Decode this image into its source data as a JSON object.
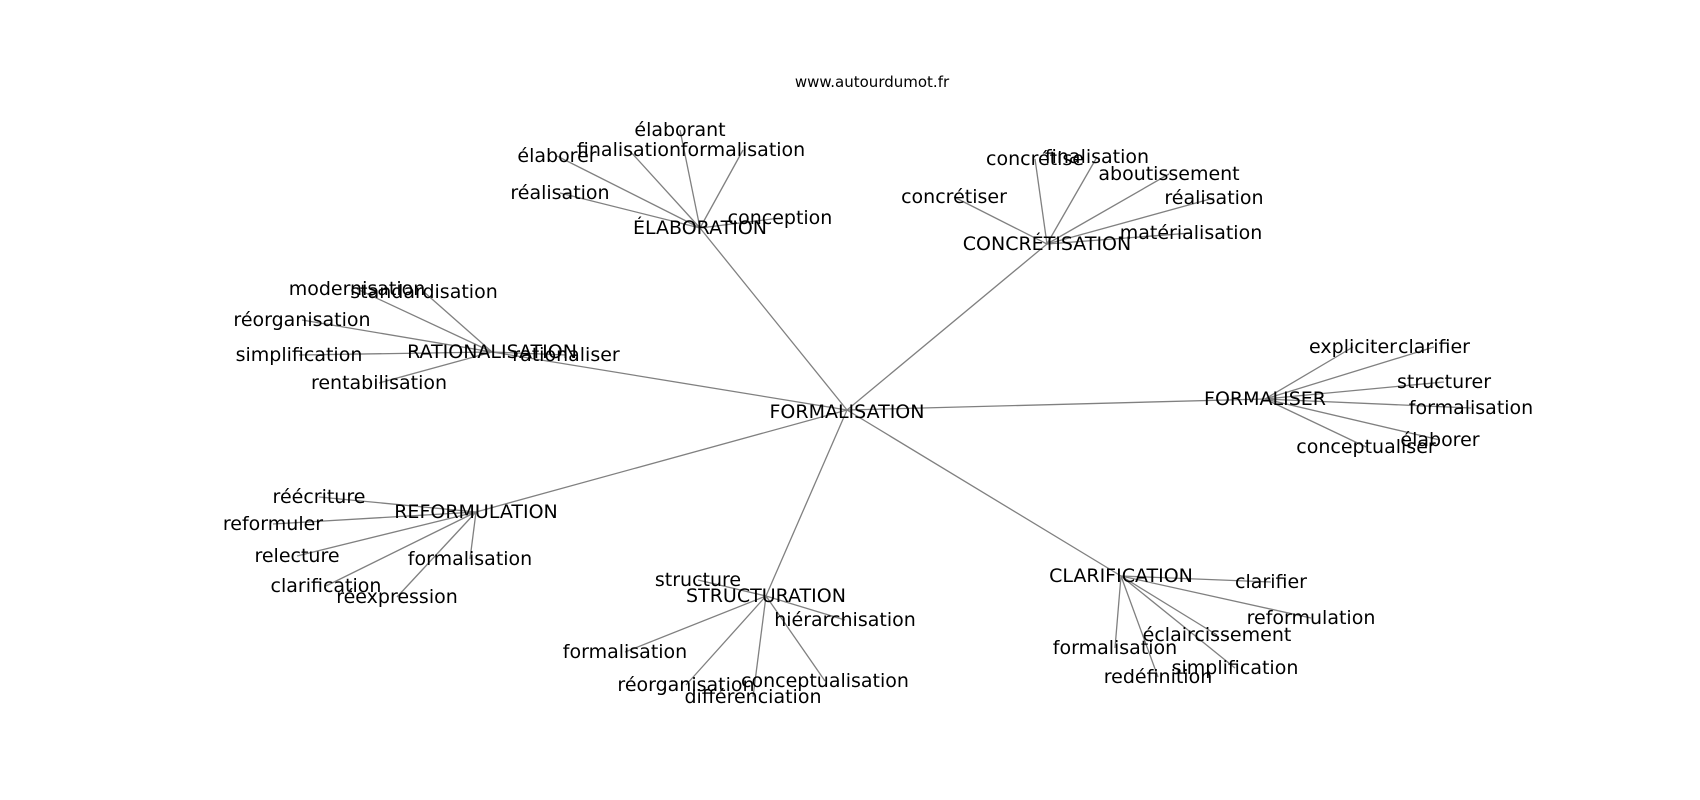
{
  "source": "www.autourdumot.fr",
  "center": "FORMALISATION",
  "clusters": [
    {
      "label": "ÉLABORATION",
      "leaves": [
        "élaborant",
        "finalisation",
        "formalisation",
        "élaborer",
        "réalisation",
        "conception"
      ]
    },
    {
      "label": "CONCRÉTISATION",
      "leaves": [
        "concrétise",
        "finalisation",
        "aboutissement",
        "concrétiser",
        "réalisation",
        "matérialisation"
      ]
    },
    {
      "label": "RATIONALISATION",
      "leaves": [
        "modernisation",
        "standardisation",
        "réorganisation",
        "simplification",
        "rationaliser",
        "rentabilisation"
      ]
    },
    {
      "label": "FORMALISER",
      "leaves": [
        "expliciter",
        "clarifier",
        "structurer",
        "formalisation",
        "élaborer",
        "conceptualiser"
      ]
    },
    {
      "label": "REFORMULATION",
      "leaves": [
        "réécriture",
        "reformuler",
        "relecture",
        "formalisation",
        "clarification",
        "réexpression"
      ]
    },
    {
      "label": "STRUCTURATION",
      "leaves": [
        "structure",
        "hiérarchisation",
        "formalisation",
        "réorganisation",
        "conceptualisation",
        "différenciation"
      ]
    },
    {
      "label": "CLARIFICATION",
      "leaves": [
        "clarifier",
        "reformulation",
        "éclaircissement",
        "formalisation",
        "simplification",
        "redéfinition"
      ]
    }
  ]
}
